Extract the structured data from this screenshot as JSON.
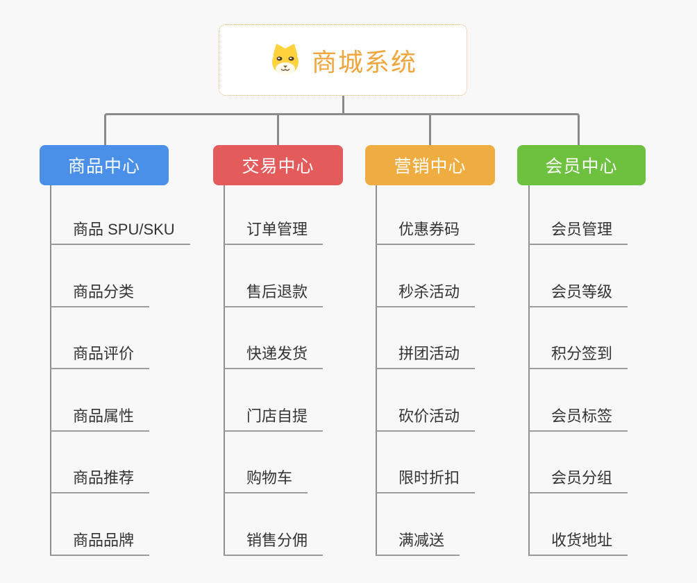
{
  "root": {
    "title": "商城系统",
    "icon": "dog-face-icon",
    "title_color": "#F0A63C",
    "border_color": "#E9B469"
  },
  "connector_color": "#8A8A8A",
  "background_color": "#F8F8F8",
  "branches": [
    {
      "label": "商品中心",
      "color": "#4A90E8",
      "items": [
        "商品 SPU/SKU",
        "商品分类",
        "商品评价",
        "商品属性",
        "商品推荐",
        "商品品牌"
      ]
    },
    {
      "label": "交易中心",
      "color": "#E45B5B",
      "items": [
        "订单管理",
        "售后退款",
        "快递发货",
        "门店自提",
        "购物车",
        "销售分佣"
      ]
    },
    {
      "label": "营销中心",
      "color": "#EFAD41",
      "items": [
        "优惠券码",
        "秒杀活动",
        "拼团活动",
        "砍价活动",
        "限时折扣",
        "满减送"
      ]
    },
    {
      "label": "会员中心",
      "color": "#6EC03F",
      "items": [
        "会员管理",
        "会员等级",
        "积分签到",
        "会员标签",
        "会员分组",
        "收货地址"
      ]
    }
  ]
}
